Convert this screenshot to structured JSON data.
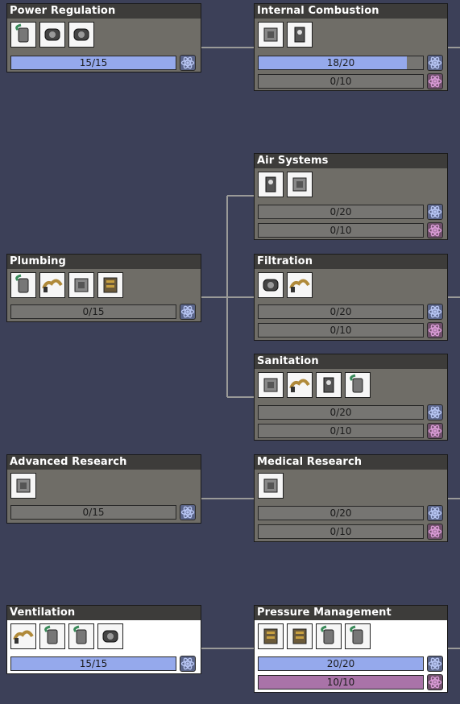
{
  "colors": {
    "background": "#3c4058",
    "card_locked": "#6f6d67",
    "card_complete": "#ffffff",
    "bar_empty": "#767572",
    "bar_fill_blue": "#95a9ec",
    "bar_fill_purple": "#a973a8",
    "connector": "#9a9a98"
  },
  "techs": [
    {
      "title": "Power Regulation",
      "complete": true,
      "icons": [
        "power-transformer-icon",
        "battery-icon",
        "wire-bridge-icon"
      ],
      "bars": [
        {
          "label": "15/15",
          "value": 15,
          "max": 15,
          "type": "blue",
          "research_icon": "research-atom-icon"
        }
      ]
    },
    {
      "title": "Internal Combustion",
      "complete": false,
      "icons": [
        "coal-generator-icon",
        "hydrogen-generator-icon"
      ],
      "bars": [
        {
          "label": "18/20",
          "value": 18,
          "max": 20,
          "type": "blue",
          "research_icon": "research-atom-icon"
        },
        {
          "label": "0/10",
          "value": 0,
          "max": 10,
          "type": "purple",
          "research_icon": "advanced-research-atom-icon"
        }
      ]
    },
    {
      "title": "Air Systems",
      "complete": false,
      "icons": [
        "algae-terrarium-icon",
        "oxygen-diffuser-icon"
      ],
      "bars": [
        {
          "label": "0/20",
          "value": 0,
          "max": 20,
          "type": "blue",
          "research_icon": "research-atom-icon"
        },
        {
          "label": "0/10",
          "value": 0,
          "max": 10,
          "type": "purple",
          "research_icon": "advanced-research-atom-icon"
        }
      ]
    },
    {
      "title": "Plumbing",
      "complete": false,
      "icons": [
        "liquid-pipe-icon",
        "liquid-bridge-icon",
        "liquid-pump-icon",
        "liquid-vent-icon"
      ],
      "bars": [
        {
          "label": "0/15",
          "value": 0,
          "max": 15,
          "type": "blue",
          "research_icon": "research-atom-icon"
        }
      ]
    },
    {
      "title": "Filtration",
      "complete": false,
      "icons": [
        "liquid-filter-icon",
        "gas-filter-icon"
      ],
      "bars": [
        {
          "label": "0/20",
          "value": 0,
          "max": 20,
          "type": "blue",
          "research_icon": "research-atom-icon"
        },
        {
          "label": "0/10",
          "value": 0,
          "max": 10,
          "type": "purple",
          "research_icon": "advanced-research-atom-icon"
        }
      ]
    },
    {
      "title": "Sanitation",
      "complete": false,
      "icons": [
        "wash-basin-icon",
        "lavatory-icon",
        "shower-icon",
        "sink-icon"
      ],
      "bars": [
        {
          "label": "0/20",
          "value": 0,
          "max": 20,
          "type": "blue",
          "research_icon": "research-atom-icon"
        },
        {
          "label": "0/10",
          "value": 0,
          "max": 10,
          "type": "purple",
          "research_icon": "advanced-research-atom-icon"
        }
      ]
    },
    {
      "title": "Advanced Research",
      "complete": false,
      "icons": [
        "super-computer-icon"
      ],
      "bars": [
        {
          "label": "0/15",
          "value": 0,
          "max": 15,
          "type": "blue",
          "research_icon": "research-atom-icon"
        }
      ]
    },
    {
      "title": "Medical Research",
      "complete": false,
      "icons": [
        "sick-bay-icon"
      ],
      "bars": [
        {
          "label": "0/20",
          "value": 0,
          "max": 20,
          "type": "blue",
          "research_icon": "research-atom-icon"
        },
        {
          "label": "0/10",
          "value": 0,
          "max": 10,
          "type": "purple",
          "research_icon": "advanced-research-atom-icon"
        }
      ]
    },
    {
      "title": "Ventilation",
      "complete": true,
      "icons": [
        "gas-pipe-icon",
        "gas-bridge-icon",
        "gas-vent-icon",
        "airflow-tile-icon"
      ],
      "bars": [
        {
          "label": "15/15",
          "value": 15,
          "max": 15,
          "type": "blue",
          "research_icon": "research-atom-icon"
        }
      ]
    },
    {
      "title": "Pressure Management",
      "complete": true,
      "icons": [
        "pressure-plate-icon",
        "gas-valve-icon",
        "pressure-vent-icon",
        "gas-reservoir-icon"
      ],
      "bars": [
        {
          "label": "20/20",
          "value": 20,
          "max": 20,
          "type": "blue",
          "research_icon": "research-atom-icon"
        },
        {
          "label": "10/10",
          "value": 10,
          "max": 10,
          "type": "purple",
          "research_icon": "advanced-research-atom-icon"
        }
      ]
    }
  ]
}
